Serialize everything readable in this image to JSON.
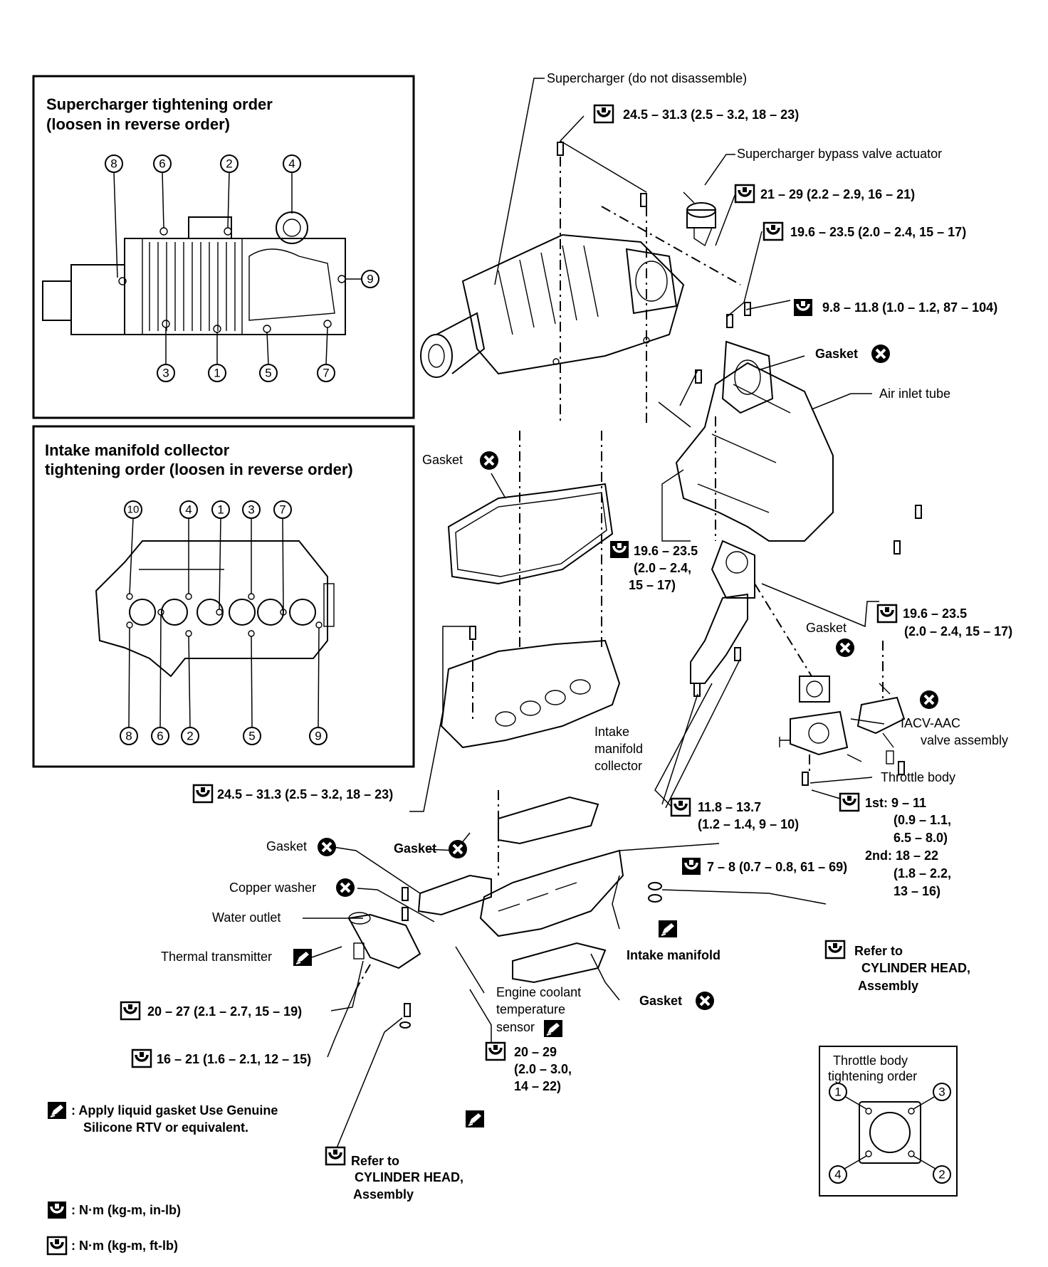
{
  "supercharger_order": {
    "title_line1": "Supercharger tightening order",
    "title_line2": "(loosen in reverse order)",
    "numbers": [
      "8",
      "6",
      "2",
      "4",
      "9",
      "3",
      "1",
      "5",
      "7"
    ]
  },
  "collector_order": {
    "title_line1": "Intake manifold collector",
    "title_line2": "tightening order (loosen in reverse order)",
    "numbers": [
      "10",
      "4",
      "1",
      "3",
      "7",
      "8",
      "6",
      "2",
      "5",
      "9"
    ]
  },
  "throttle_order": {
    "title_line1": "Throttle body",
    "title_line2": "tightening order",
    "numbers": [
      "1",
      "3",
      "4",
      "2"
    ]
  },
  "labels": {
    "supercharger": "Supercharger (do not disassemble)",
    "bypass_actuator": "Supercharger bypass valve actuator",
    "gasket_air": "Gasket",
    "air_inlet_tube": "Air inlet tube",
    "gasket_collector": "Gasket",
    "gasket_throttle": "Gasket",
    "iacv_1": "IACV-AAC",
    "iacv_2": "valve assembly",
    "throttle_body": "Throttle body",
    "collector_1": "Intake",
    "collector_2": "manifold",
    "collector_3": "collector",
    "gasket_left": "Gasket",
    "gasket_mid": "Gasket",
    "copper_washer": "Copper washer",
    "water_outlet": "Water outlet",
    "thermal_transmitter": "Thermal transmitter",
    "intake_manifold": "Intake  manifold",
    "gasket_bottom": "Gasket",
    "ect_1": "Engine coolant",
    "ect_2": "temperature",
    "ect_3": "sensor",
    "refer_right_1": "Refer to",
    "refer_right_2": "CYLINDER HEAD,",
    "refer_right_3": "Assembly",
    "refer_bottom_1": "Refer to",
    "refer_bottom_2": "CYLINDER HEAD,",
    "refer_bottom_3": "Assembly"
  },
  "torques": {
    "t1": "24.5 – 31.3 (2.5 – 3.2, 18 – 23)",
    "t2": "21 – 29 (2.2 – 2.9, 16 – 21)",
    "t3": "19.6 – 23.5 (2.0 – 2.4, 15 – 17)",
    "t4": "9.8 – 11.8 (1.0 – 1.2, 87 – 104)",
    "t5_1": "19.6 – 23.5",
    "t5_2": "(2.0 – 2.4,",
    "t5_3": "15 –  17)",
    "t6_1": "19.6 – 23.5",
    "t6_2": "(2.0 – 2.4, 15 – 17)",
    "t7": "24.5 – 31.3 (2.5 – 3.2, 18 – 23)",
    "t8_1": "11.8 – 13.7",
    "t8_2": "(1.2 – 1.4, 9 – 10)",
    "t9_1": "1st: 9 – 11",
    "t9_2": "(0.9 – 1.1,",
    "t9_3": "6.5 – 8.0)",
    "t9_4": "2nd: 18 – 22",
    "t9_5": "(1.8 – 2.2,",
    "t9_6": "13 – 16)",
    "t10": "7 – 8 (0.7 – 0.8, 61 – 69)",
    "t11": "20 – 27 (2.1 – 2.7, 15 – 19)",
    "t12": "16 – 21 (1.6 – 2.1, 12 – 15)",
    "t13_1": "20 – 29",
    "t13_2": "(2.0 – 3.0,",
    "t13_3": "14 – 22)"
  },
  "legend": {
    "liquid_gasket_1": ": Apply liquid gasket  Use Genuine",
    "liquid_gasket_2": "Silicone RTV or equivalent.",
    "unit_inlb": ": N·m (kg-m, in-lb)",
    "unit_ftlb": ": N·m (kg-m, ft-lb)"
  },
  "icons": {
    "torque": "torque-wrench-icon",
    "gasket_replace": "do-not-reuse-x-icon",
    "liquid_gasket": "liquid-gasket-icon"
  }
}
